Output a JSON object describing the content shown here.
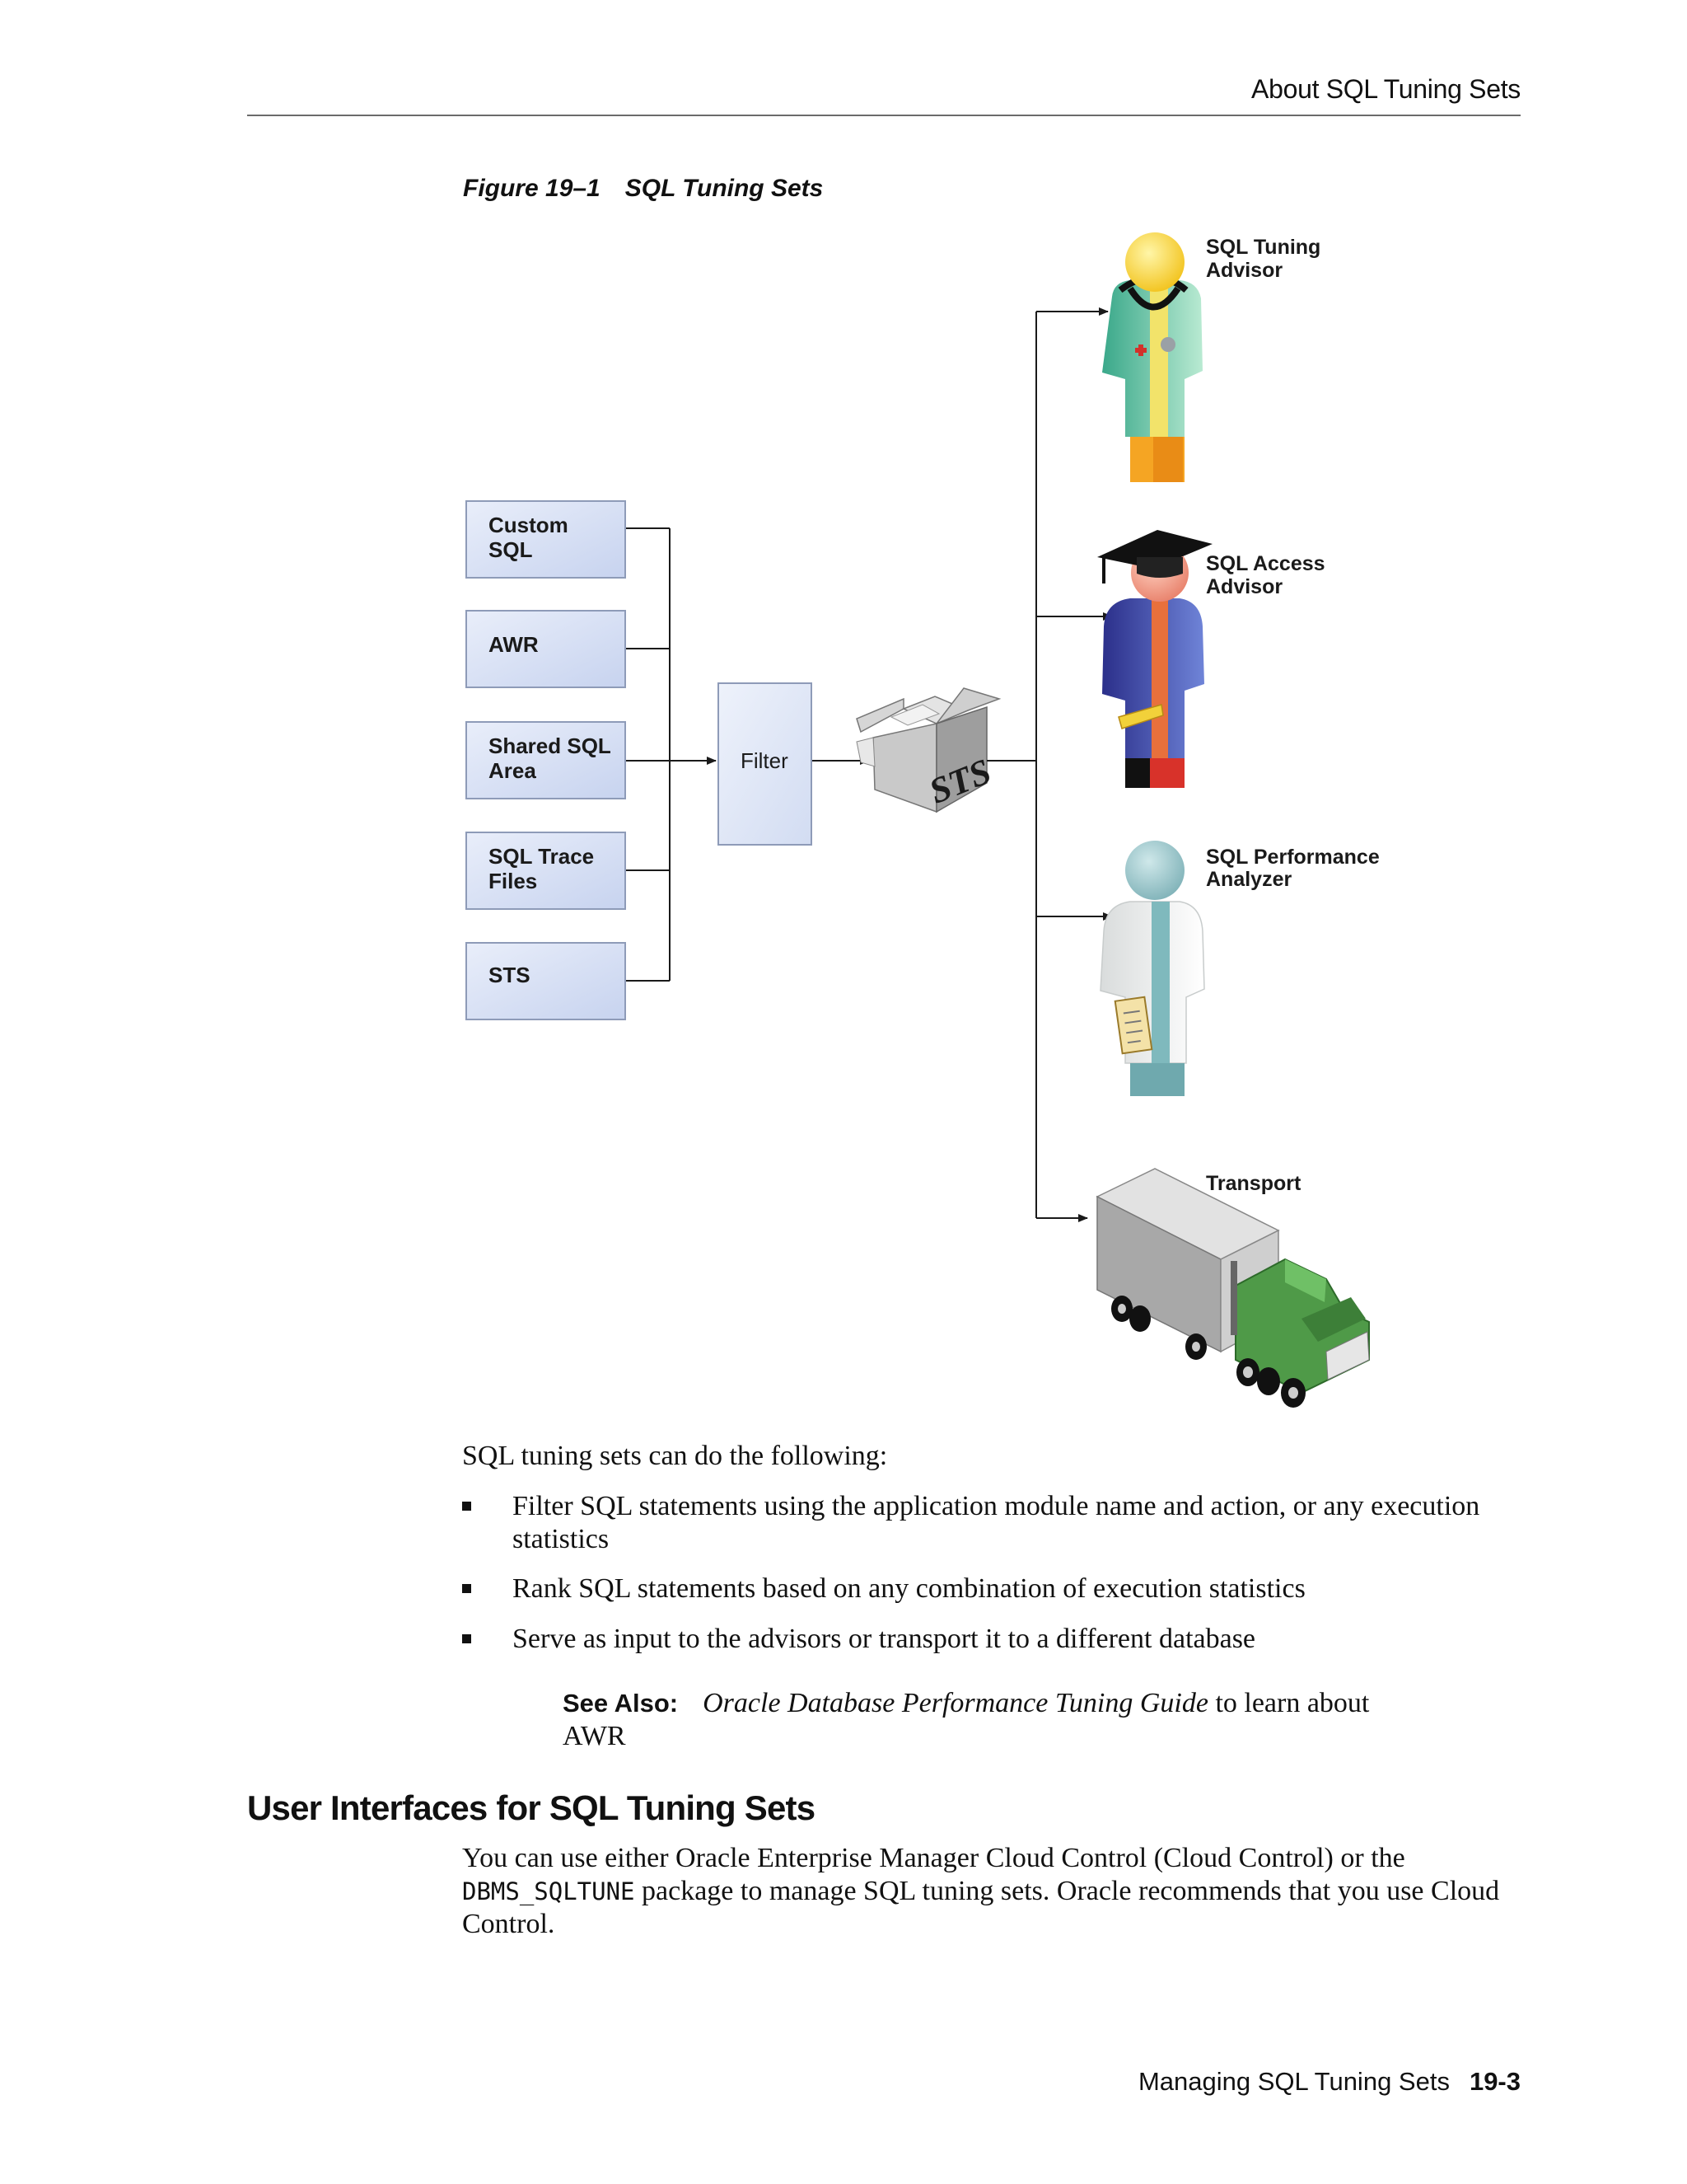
{
  "header": {
    "running_head": "About SQL Tuning Sets"
  },
  "figure": {
    "number": "Figure 19–1",
    "title": "SQL Tuning Sets",
    "sources": [
      {
        "line1": "Custom",
        "line2": "SQL"
      },
      {
        "line1": "AWR",
        "line2": ""
      },
      {
        "line1": "Shared SQL",
        "line2": "Area"
      },
      {
        "line1": "SQL Trace",
        "line2": "Files"
      },
      {
        "line1": "STS",
        "line2": ""
      }
    ],
    "filter_label": "Filter",
    "box_label": "STS",
    "targets": [
      {
        "line1": "SQL Tuning",
        "line2": "Advisor",
        "icon": "doctor-icon"
      },
      {
        "line1": "SQL Access",
        "line2": "Advisor",
        "icon": "graduate-icon"
      },
      {
        "line1": "SQL Performance",
        "line2": "Analyzer",
        "icon": "lab-analyst-icon"
      },
      {
        "line1": "Transport",
        "line2": "",
        "icon": "truck-icon"
      }
    ]
  },
  "body": {
    "intro": "SQL tuning sets can do the following:",
    "bullets": [
      "Filter SQL statements using the application module name and action, or any execution statistics",
      "Rank SQL statements based on any combination of execution statistics",
      "Serve as input to the advisors or transport it to a different database"
    ],
    "see_also": {
      "label": "See Also:",
      "title": "Oracle Database Performance Tuning Guide",
      "rest": " to learn about AWR"
    }
  },
  "section": {
    "heading": "User Interfaces for SQL Tuning Sets",
    "para_before": "You can use either Oracle Enterprise Manager Cloud Control (Cloud Control) or the ",
    "para_code": "DBMS_SQLTUNE",
    "para_after": " package to manage SQL tuning sets. Oracle recommends that you use Cloud Control."
  },
  "footer": {
    "chapter": "Managing SQL Tuning Sets",
    "page": "19-3"
  }
}
